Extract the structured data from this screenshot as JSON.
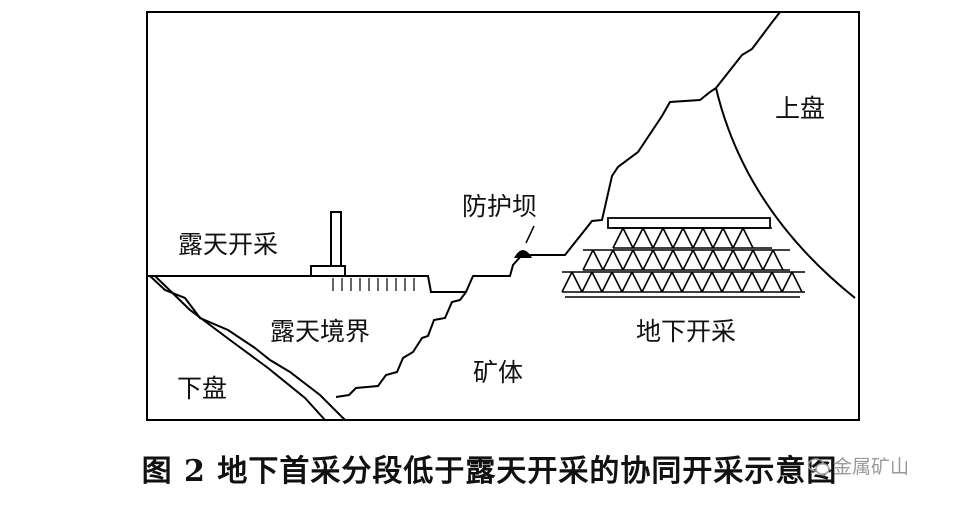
{
  "labels": {
    "hanging_wall": "上盘",
    "open_pit_mining": "露天开采",
    "protective_dam": "防护坝",
    "open_pit_boundary": "露天境界",
    "underground_mining": "地下开采",
    "ore_body": "矿体",
    "footwall": "下盘"
  },
  "caption": {
    "text": "图 2   地下首采分段低于露天开采的协同开采示意图"
  },
  "watermark": {
    "text": "金属矿山",
    "icon": "wechat-icon"
  }
}
